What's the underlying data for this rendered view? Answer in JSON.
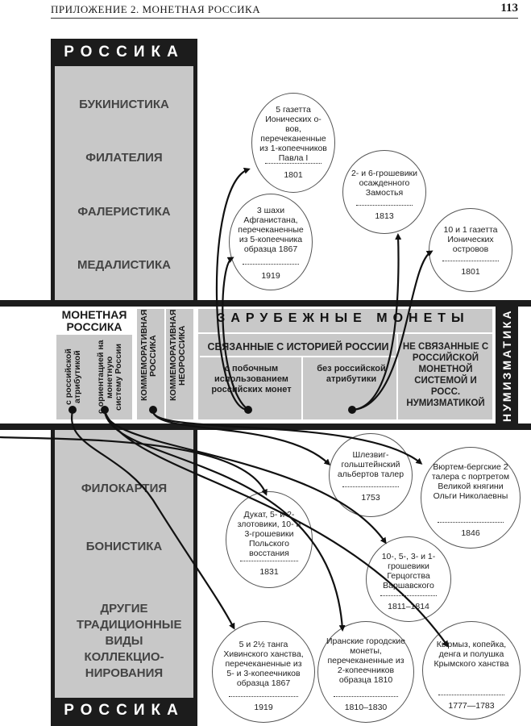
{
  "header": {
    "title": "ПРИЛОЖЕНИЕ 2. МОНЕТНАЯ РОССИКА",
    "page": "113"
  },
  "rossika": {
    "top": "РОССИКА",
    "bottom": "РОССИКА"
  },
  "vertical": {
    "upper": [
      "БУКИНИСТИКА",
      "ФИЛАТЕЛИЯ",
      "ФАЛЕРИСТИКА",
      "МЕДАЛИСТИКА"
    ],
    "lower": [
      "ФИЛОКАРТИЯ",
      "БОНИСТИКА",
      "ДРУГИЕ ТРАДИЦИОННЫЕ ВИДЫ КОЛЛЕКЦИО-НИРОВАНИЯ"
    ]
  },
  "band": {
    "monetnaya": "МОНЕТНАЯ РОССИКА",
    "sub1": "с российской атрибутикой",
    "sub2": "с ориентацией на монетную систему России",
    "kommem_rossika": "КОММЕМОРАТИВНАЯ РОССИКА",
    "kommem_neorossika": "КОММЕМОРАТИВНАЯ НЕОРОССИКА",
    "zarubezhnye": "ЗАРУБЕЖНЫЕ МОНЕТЫ",
    "svyazannye": "СВЯЗАННЫЕ С ИСТОРИЕЙ РОССИИ",
    "s_pobochnym": "с побочным использованием российских монет",
    "bez": "без российской атрибутики",
    "ne_svyazannye": "НЕ СВЯЗАННЫЕ С РОССИЙСКОЙ МОНЕТНОЙ СИСТЕМОЙ И РОСС. НУМИЗМАТИКОЙ",
    "numizmatika": "НУМИЗМАТИКА"
  },
  "coins": [
    {
      "text": "5 газетта Ионических о-вов, перечеканенные из 1-копеечников Павла I",
      "year": "1801"
    },
    {
      "text": "3 шахи Афганистана, перечеканенные из 5-копеечника образца 1867",
      "year": "1919"
    },
    {
      "text": "2- и 6-грошевики осажденного Замостья",
      "year": "1813"
    },
    {
      "text": "10 и 1 газетта Ионических островов",
      "year": "1801"
    },
    {
      "text": "Шлезвиг-гольштейнский альбертов талер",
      "year": "1753"
    },
    {
      "text": "Вюртем-бергские 2 талера с портретом Великой княгини Ольги Николаевны",
      "year": "1846"
    },
    {
      "text": "Дукат, 5- и 2-злотовики, 10- и 3-грошевики Польского восстания",
      "year": "1831"
    },
    {
      "text": "10-, 5-, 3- и 1-грошевики Герцогства Варшавского",
      "year": "1811–1814"
    },
    {
      "text": "5 и 2½ танга Хивинского ханства, перечеканенные из 5- и 3-копеечников образца 1867",
      "year": "1919"
    },
    {
      "text": "Иранские городские монеты, перечеканенные из 2-копеечников образца 1810",
      "year": "1810–1830"
    },
    {
      "text": "Кырмыз, копейка, денга и полушка Крымского ханства",
      "year": "1777—1783"
    }
  ]
}
